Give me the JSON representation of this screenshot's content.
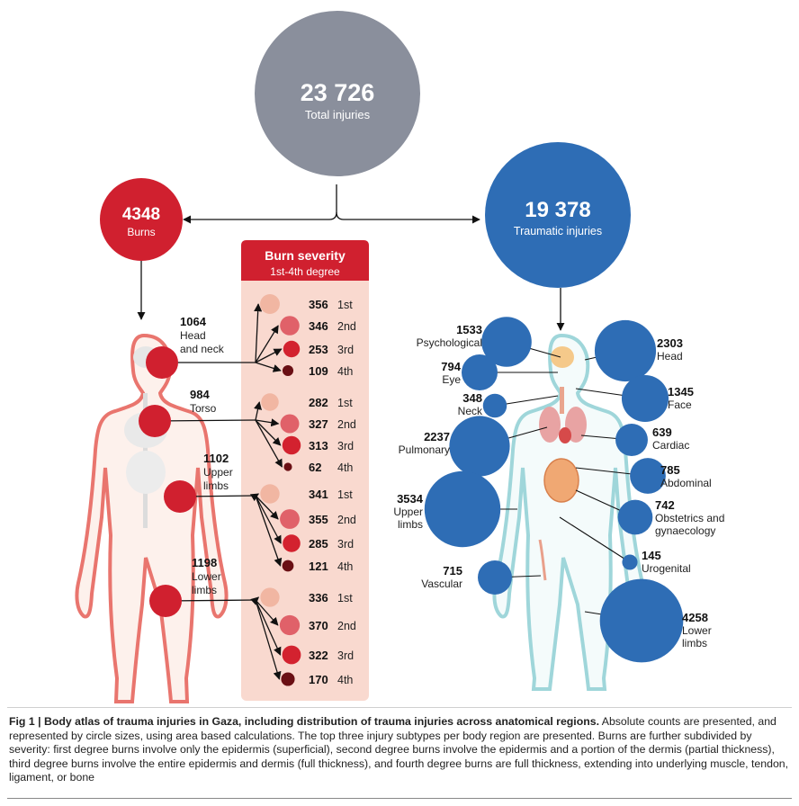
{
  "total": {
    "value": "23 726",
    "label": "Total injuries",
    "color": "#8a8f9c"
  },
  "burns": {
    "value": "4348",
    "label": "Burns",
    "color": "#d0202f"
  },
  "traumatic": {
    "value": "19 378",
    "label": "Traumatic injuries",
    "color": "#2e6db5"
  },
  "burn_severity": {
    "title": "Burn severity",
    "subtitle": "1st-4th degree"
  },
  "burn_regions": [
    {
      "value": "1064",
      "label1": "Head",
      "label2": "and neck",
      "severity": [
        {
          "value": "356",
          "deg": "1st"
        },
        {
          "value": "346",
          "deg": "2nd"
        },
        {
          "value": "253",
          "deg": "3rd"
        },
        {
          "value": "109",
          "deg": "4th"
        }
      ]
    },
    {
      "value": "984",
      "label1": "Torso",
      "label2": "",
      "severity": [
        {
          "value": "282",
          "deg": "1st"
        },
        {
          "value": "327",
          "deg": "2nd"
        },
        {
          "value": "313",
          "deg": "3rd"
        },
        {
          "value": "62",
          "deg": "4th"
        }
      ]
    },
    {
      "value": "1102",
      "label1": "Upper",
      "label2": "limbs",
      "severity": [
        {
          "value": "341",
          "deg": "1st"
        },
        {
          "value": "355",
          "deg": "2nd"
        },
        {
          "value": "285",
          "deg": "3rd"
        },
        {
          "value": "121",
          "deg": "4th"
        }
      ]
    },
    {
      "value": "1198",
      "label1": "Lower",
      "label2": "limbs",
      "severity": [
        {
          "value": "336",
          "deg": "1st"
        },
        {
          "value": "370",
          "deg": "2nd"
        },
        {
          "value": "322",
          "deg": "3rd"
        },
        {
          "value": "170",
          "deg": "4th"
        }
      ]
    }
  ],
  "degree_colors": [
    "#f1b6a2",
    "#e06169",
    "#d3222f",
    "#6a0f14"
  ],
  "trauma_regions": [
    {
      "value": "1533",
      "label1": "Psychological",
      "label2": ""
    },
    {
      "value": "794",
      "label1": "Eye",
      "label2": ""
    },
    {
      "value": "348",
      "label1": "Neck",
      "label2": ""
    },
    {
      "value": "2237",
      "label1": "Pulmonary",
      "label2": ""
    },
    {
      "value": "3534",
      "label1": "Upper",
      "label2": "limbs"
    },
    {
      "value": "715",
      "label1": "Vascular",
      "label2": ""
    },
    {
      "value": "2303",
      "label1": "Head",
      "label2": ""
    },
    {
      "value": "1345",
      "label1": "Face",
      "label2": ""
    },
    {
      "value": "639",
      "label1": "Cardiac",
      "label2": ""
    },
    {
      "value": "785",
      "label1": "Abdominal",
      "label2": ""
    },
    {
      "value": "742",
      "label1": "Obstetrics and",
      "label2": "gynaecology"
    },
    {
      "value": "145",
      "label1": "Urogenital",
      "label2": ""
    },
    {
      "value": "4258",
      "label1": "Lower",
      "label2": "limbs"
    }
  ],
  "caption": {
    "lead": "Fig 1 | Body atlas of trauma injuries in Gaza, including distribution of trauma injuries across anatomical regions.",
    "body": " Absolute counts are presented, and represented by circle sizes, using area based calculations. The top three injury subtypes per body region are presented. Burns are further subdivided by severity: first degree burns involve only the epidermis (superficial), second degree burns involve the epidermis and a portion of the dermis (partial thickness), third degree burns involve the entire epidermis and dermis (full thickness), and fourth degree burns are full thickness, extending into underlying muscle, tendon, ligament, or bone"
  }
}
